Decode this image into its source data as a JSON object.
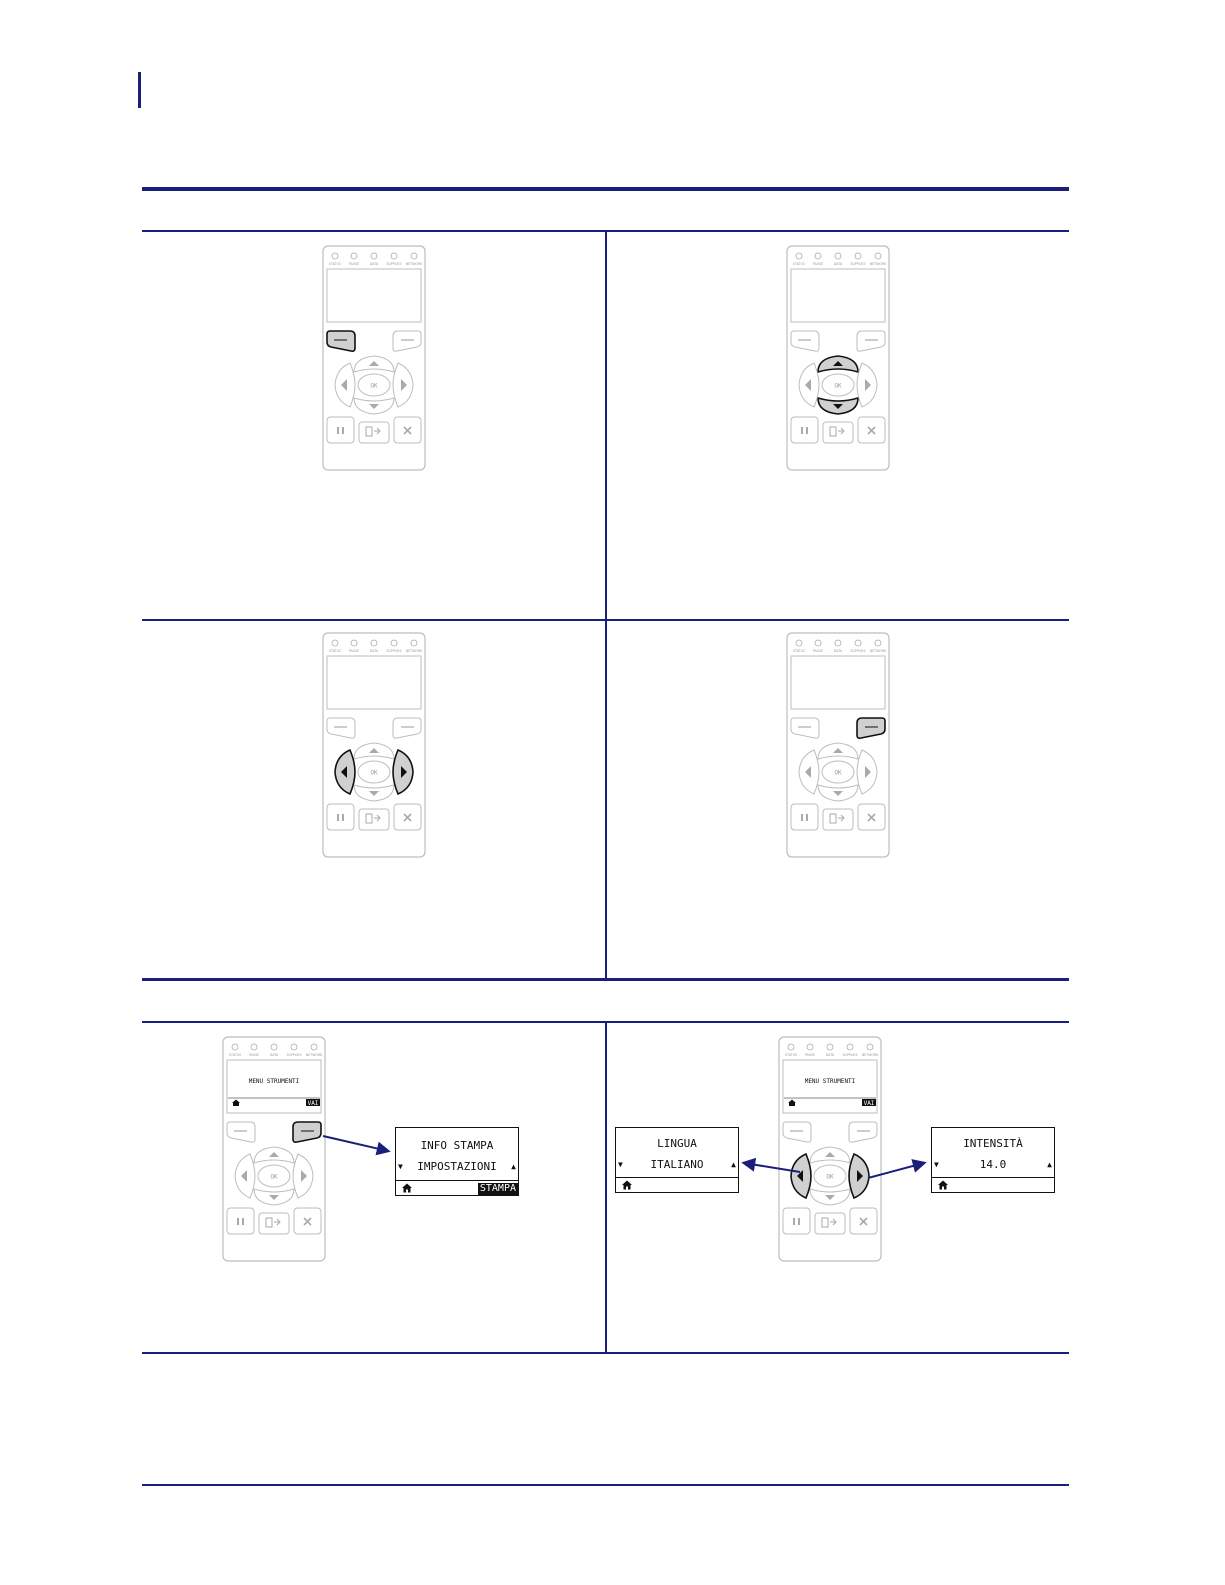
{
  "panel": {
    "indicators": [
      "STATUS",
      "PAUSE",
      "DATA",
      "SUPPLIES",
      "NETWORK"
    ],
    "ok_label": "OK"
  },
  "inset_screen": {
    "title": "MENU STRUMENTI",
    "select": "VAI"
  },
  "screens": {
    "info": {
      "line1": "INFO STAMPA",
      "line2": "IMPOSTAZIONI",
      "select": "STAMPA"
    },
    "lingua": {
      "line1": "LINGUA",
      "line2": "ITALIANO"
    },
    "intensita": {
      "line1": "INTENSITÀ",
      "line2": "14.0"
    }
  },
  "colors": {
    "rule": "#1a1f7a",
    "highlight": "#d0d0d0",
    "panel_outline": "#bdbdbd"
  }
}
